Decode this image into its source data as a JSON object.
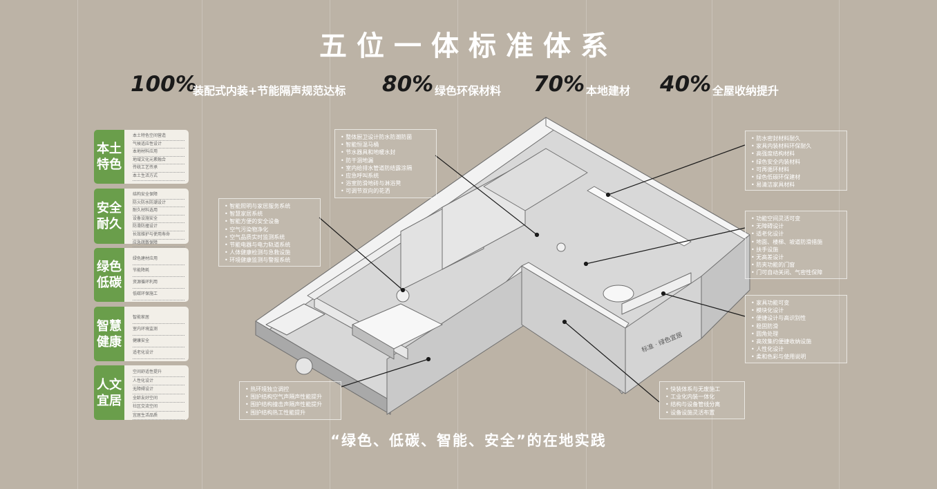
{
  "title": "五位一体标准体系",
  "stats": [
    {
      "value": "100%",
      "label": "装配式内装+节能隔声规范达标"
    },
    {
      "value": "80%",
      "label": "绿色环保材料"
    },
    {
      "value": "70%",
      "label": "本地建材"
    },
    {
      "value": "40%",
      "label": "全屋收纳提升"
    }
  ],
  "categories": [
    {
      "name": "本土特色",
      "items": [
        "本土特色空间营造",
        "气候适应性设计",
        "本地材料应用",
        "地域文化元素融合",
        "传统工艺传承",
        "本土生活方式"
      ]
    },
    {
      "name": "安全耐久",
      "items": [
        "结构安全保障",
        "防火防水防潮设计",
        "耐久材料选用",
        "设备设施安全",
        "防滑防撞设计",
        "长效维护与使用寿命",
        "应急疏散保障"
      ]
    },
    {
      "name": "绿色低碳",
      "items": [
        "绿色建材应用",
        "节能降耗",
        "资源循环利用",
        "低碳环保施工"
      ]
    },
    {
      "name": "智慧健康",
      "items": [
        "智能家居",
        "室内环境监测",
        "健康安全",
        "适老化设计"
      ]
    },
    {
      "name": "人文宜居",
      "items": [
        "空间舒适性提升",
        "人性化设计",
        "无障碍设计",
        "全龄友好空间",
        "社区交流空间",
        "宜居生活品质"
      ]
    }
  ],
  "notes": {
    "top_center": [
      "整体厨卫设计防水防潮防菌",
      "智能恒温马桶",
      "节水器具和地暖水封",
      "防干涸地漏",
      "室内给排水管道防结露涂隔",
      "应急呼叫系统",
      "浴室防滑地砖与淋浴凳",
      "可调节双向的花洒"
    ],
    "mid_left": [
      "智能照明与家居服务系统",
      "智慧家居系统",
      "智能方便的安全设备",
      "空气污染物净化",
      "空气品质实时监测系统",
      "节能电器与电力轨道系统",
      "人体健康检测与急救设施",
      "环境健康监测与警报系统"
    ],
    "top_right": [
      "防水密封材料耐久",
      "家具内装材料环保耐久",
      "高强度结构材料",
      "绿色安全内装材料",
      "可再循环材料",
      "绿色低碳环保建材",
      "易清洁家具材料"
    ],
    "mid_right": [
      "功能空间灵活可变",
      "无障碍设计",
      "适老化设计",
      "地面、楼梯、坡道防滑措施",
      "扶手设施",
      "无高差设计",
      "防夹功能的门窗",
      "门可自动关闭、气密性保障"
    ],
    "lower_right": [
      "家具功能可变",
      "模块化设计",
      "便捷设计与高识别性",
      "稳固防滑",
      "圆角处理",
      "高效集约便捷收纳设施",
      "人性化设计",
      "柔和色彩与使用说明"
    ],
    "bottom_left": [
      "热环境独立调控",
      "围护结构空气声隔声性能提升",
      "围护结构撞击声隔声性能提升",
      "围护结构热工性能提升"
    ],
    "bottom_right": [
      "快装体系与无废施工",
      "工业化内装一体化",
      "结构与设备管线分离",
      "设备设施灵活布置"
    ]
  },
  "footer": "“绿色、低碳、智能、安全”的在地实践",
  "colors": {
    "background": "#bcb3a6",
    "accent_green": "#6a9e4b",
    "panel": "#f2efe8"
  }
}
